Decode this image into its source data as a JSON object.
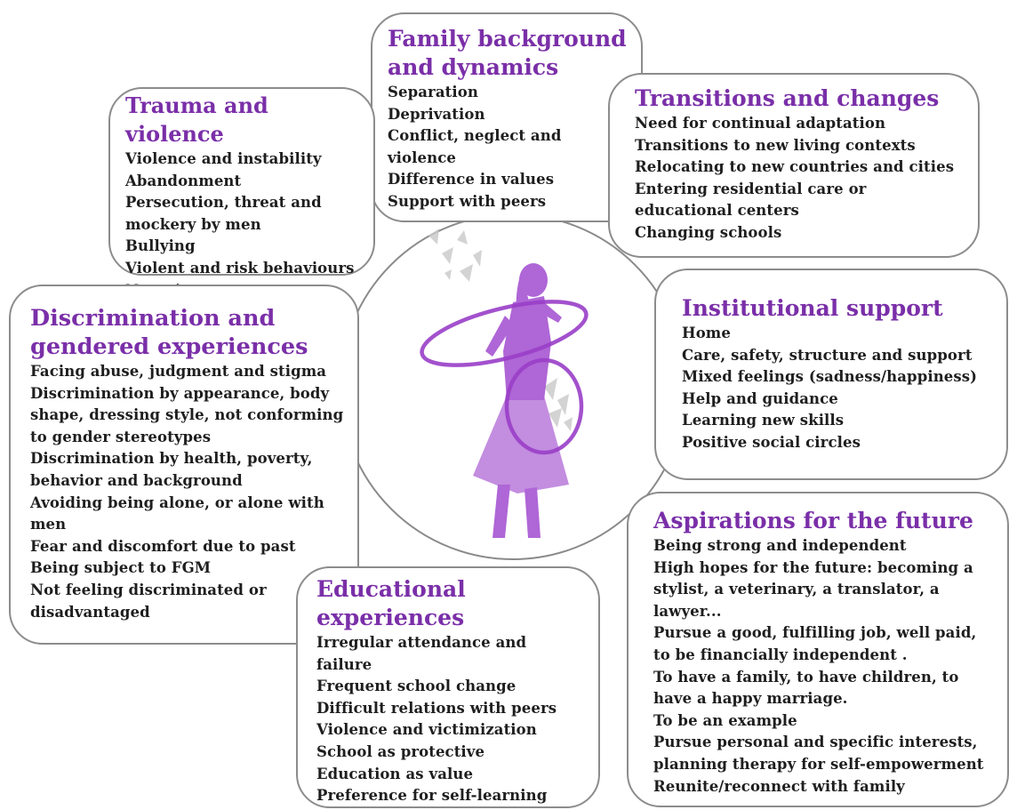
{
  "boxes": {
    "family": {
      "title": [
        "Family background",
        "and dynamics"
      ],
      "items": [
        "Separation",
        "Deprivation",
        "Conflict, neglect and",
        "violence",
        "Difference in values",
        "Support with peers"
      ]
    },
    "trauma": {
      "title": [
        "Trauma and violence"
      ],
      "items": [
        "Violence and instability",
        "Abandonment",
        "Persecution, threat and",
        "mockery by men",
        "Bullying",
        "Violent and risk behaviours",
        "Negative peer groups"
      ]
    },
    "transitions": {
      "title": [
        "Transitions and changes"
      ],
      "items": [
        "Need for continual adaptation",
        "Transitions to new living contexts",
        "Relocating to new countries and cities",
        "Entering residential care or",
        "educational centers",
        "Changing schools"
      ]
    },
    "institutional": {
      "title": [
        "Institutional support"
      ],
      "items": [
        "Home",
        "Care, safety, structure and support",
        "Mixed feelings (sadness/happiness)",
        "Help and guidance",
        "Learning new skills",
        "Positive social circles"
      ]
    },
    "discrimination": {
      "title": [
        "Discrimination and",
        "gendered experiences"
      ],
      "items": [
        "Facing abuse, judgment and stigma",
        "Discrimination by appearance, body",
        "shape, dressing style, not conforming",
        "to gender stereotypes",
        "Discrimination by health, poverty,",
        "behavior and background",
        "Avoiding being alone, or alone with",
        "men",
        "Fear and discomfort due to past",
        "Being subject to FGM",
        "Not feeling discriminated or",
        "disadvantaged"
      ]
    },
    "aspirations": {
      "title": [
        "Aspirations for the future"
      ],
      "items": [
        "Being strong and independent",
        "High hopes for the future: becoming a",
        "stylist, a veterinary, a translator, a",
        "lawyer...",
        "Pursue a good, fulfilling job, well paid,",
        "to be financially independent .",
        "To have a family, to have children, to",
        "have a happy marriage.",
        "To be an example",
        "Pursue personal and specific interests,",
        "planning therapy for self-empowerment",
        "Reunite/reconnect with family"
      ]
    },
    "educational": {
      "title": [
        "Educational",
        "experiences"
      ],
      "items": [
        "Irregular attendance and",
        "failure",
        "Frequent school change",
        "Difficult relations with peers",
        "Violence and victimization",
        "School as protective",
        "Education as value",
        "Preference for self-learning"
      ]
    }
  },
  "colors": {
    "heading": "#7a2fa8",
    "text": "#1e1e1e",
    "border": "#8c8c8c",
    "figure": "#a24ccf"
  }
}
